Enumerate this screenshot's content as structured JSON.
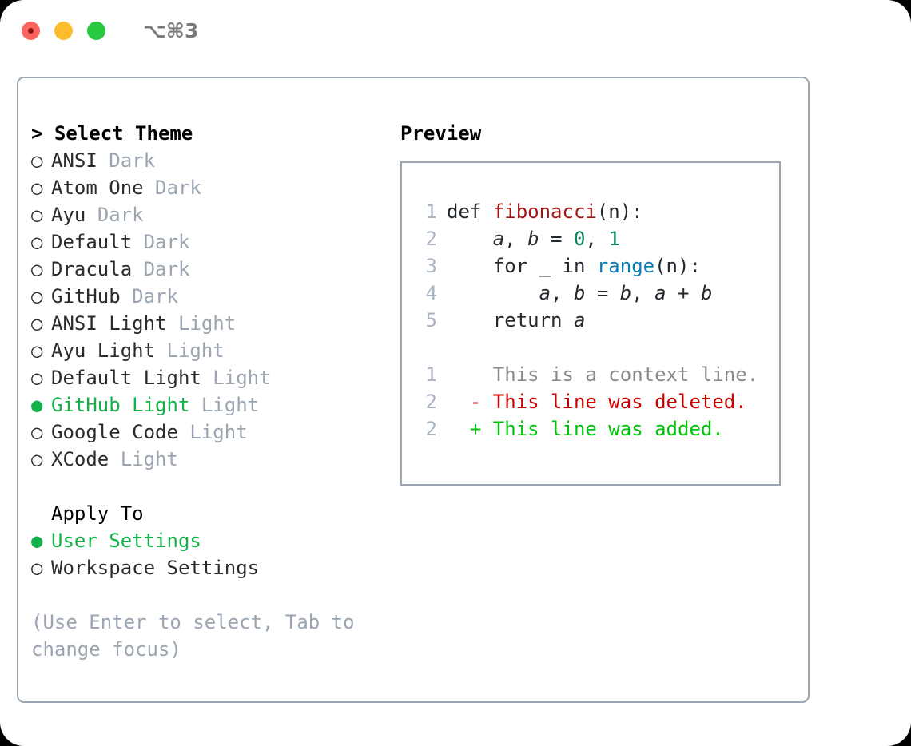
{
  "titlebar": {
    "shortcut": "⌥⌘3",
    "buttons": [
      "close",
      "minimize",
      "zoom"
    ]
  },
  "theme_list": {
    "header": "> Select Theme",
    "items": [
      {
        "marker": "○",
        "label": "ANSI",
        "suffix": "Dark",
        "selected": false
      },
      {
        "marker": "○",
        "label": "Atom One",
        "suffix": "Dark",
        "selected": false
      },
      {
        "marker": "○",
        "label": "Ayu",
        "suffix": "Dark",
        "selected": false
      },
      {
        "marker": "○",
        "label": "Default",
        "suffix": "Dark",
        "selected": false
      },
      {
        "marker": "○",
        "label": "Dracula",
        "suffix": "Dark",
        "selected": false
      },
      {
        "marker": "○",
        "label": "GitHub",
        "suffix": "Dark",
        "selected": false
      },
      {
        "marker": "○",
        "label": "ANSI Light",
        "suffix": "Light",
        "selected": false
      },
      {
        "marker": "○",
        "label": "Ayu Light",
        "suffix": "Light",
        "selected": false
      },
      {
        "marker": "○",
        "label": "Default Light",
        "suffix": "Light",
        "selected": false
      },
      {
        "marker": "●",
        "label": "GitHub Light",
        "suffix": "Light",
        "selected": true
      },
      {
        "marker": "○",
        "label": "Google Code",
        "suffix": "Light",
        "selected": false
      },
      {
        "marker": "○",
        "label": "XCode",
        "suffix": "Light",
        "selected": false
      }
    ]
  },
  "apply_to": {
    "header": "Apply To",
    "items": [
      {
        "marker": "●",
        "label": "User Settings",
        "selected": true
      },
      {
        "marker": "○",
        "label": "Workspace Settings",
        "selected": false
      }
    ]
  },
  "hint": "(Use Enter to select, Tab to change focus)",
  "preview": {
    "title": "Preview",
    "code_lines": [
      {
        "lineno": "1",
        "tokens": [
          {
            "text": "def ",
            "type": "plain"
          },
          {
            "text": "fibonacci",
            "type": "fn"
          },
          {
            "text": "(n):",
            "type": "plain"
          }
        ]
      },
      {
        "lineno": "2",
        "tokens": [
          {
            "text": "    ",
            "type": "plain"
          },
          {
            "text": "a",
            "type": "var"
          },
          {
            "text": ", ",
            "type": "plain"
          },
          {
            "text": "b",
            "type": "var"
          },
          {
            "text": " = ",
            "type": "plain"
          },
          {
            "text": "0",
            "type": "num"
          },
          {
            "text": ", ",
            "type": "plain"
          },
          {
            "text": "1",
            "type": "num"
          }
        ]
      },
      {
        "lineno": "3",
        "tokens": [
          {
            "text": "    for _ in ",
            "type": "plain"
          },
          {
            "text": "range",
            "type": "call"
          },
          {
            "text": "(n):",
            "type": "plain"
          }
        ]
      },
      {
        "lineno": "4",
        "tokens": [
          {
            "text": "        ",
            "type": "plain"
          },
          {
            "text": "a",
            "type": "var"
          },
          {
            "text": ", ",
            "type": "plain"
          },
          {
            "text": "b",
            "type": "var"
          },
          {
            "text": " = ",
            "type": "plain"
          },
          {
            "text": "b",
            "type": "var"
          },
          {
            "text": ", ",
            "type": "plain"
          },
          {
            "text": "a",
            "type": "var"
          },
          {
            "text": " + ",
            "type": "plain"
          },
          {
            "text": "b",
            "type": "var"
          }
        ]
      },
      {
        "lineno": "5",
        "tokens": [
          {
            "text": "    return ",
            "type": "plain"
          },
          {
            "text": "a",
            "type": "var"
          }
        ]
      }
    ],
    "diff_lines": [
      {
        "lineno": "1",
        "sign": " ",
        "text": " This is a context line.",
        "kind": "context"
      },
      {
        "lineno": "2",
        "sign": "-",
        "text": " This line was deleted.",
        "kind": "deleted"
      },
      {
        "lineno": "2",
        "sign": "+",
        "text": " This line was added.",
        "kind": "added"
      }
    ]
  },
  "colors": {
    "accent_green": "#14b14a",
    "added_green": "#00c40a",
    "deleted_red": "#cc0000",
    "muted": "#9aa5b1",
    "border": "#9aa5b1",
    "function_red": "#a31515",
    "number_teal": "#098658",
    "call_blue": "#0b7cb5"
  }
}
